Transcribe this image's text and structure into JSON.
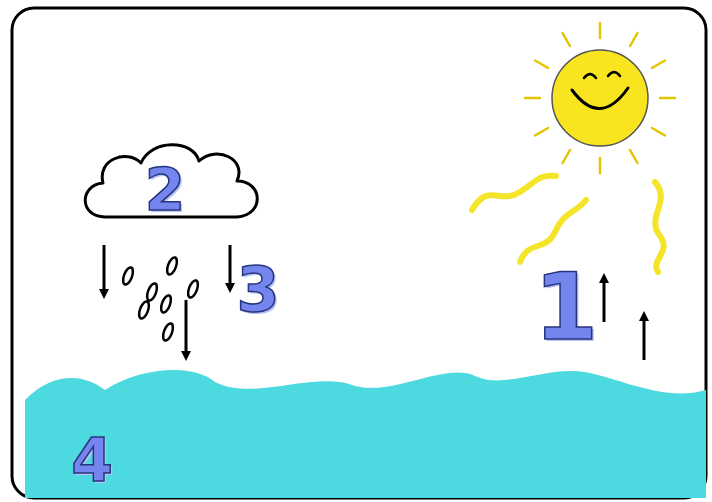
{
  "diagram": {
    "nodes": [
      {
        "text": [
          "2"
        ]
      },
      {
        "text": [
          "4"
        ]
      }
    ],
    "labels": [
      "3",
      "1"
    ]
  }
}
